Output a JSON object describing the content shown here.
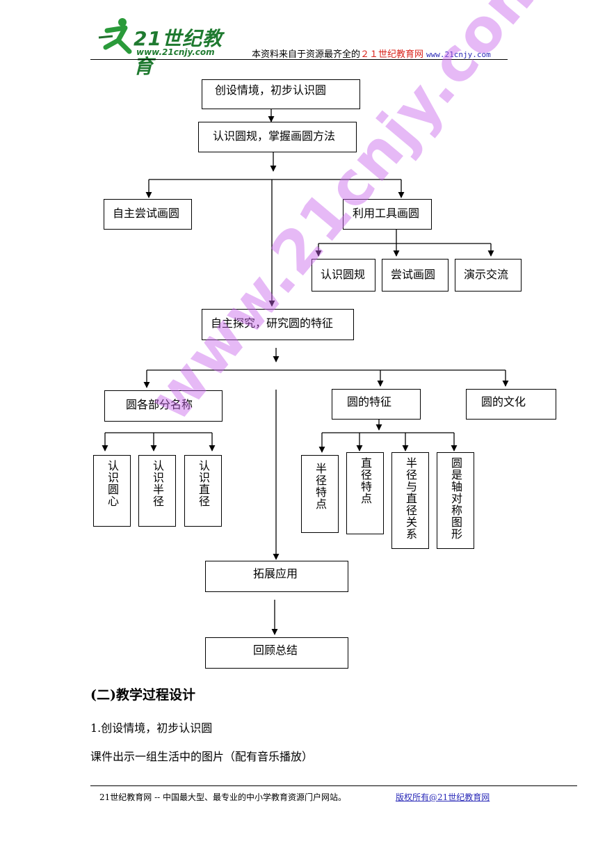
{
  "header": {
    "logo_big": "21世纪教育",
    "logo_url": "www.21cnjy.com",
    "source_prefix": "本资料来自于资源最齐全的",
    "source_brand": "２１世纪教育网",
    "source_url": "www.21cnjy.com"
  },
  "flow": {
    "n1": "创设情境，初步认识圆",
    "n2": "认识圆规，掌握画圆方法",
    "n3": "自主尝试画圆",
    "n4": "利用工具画圆",
    "n5": "认识圆规",
    "n6": "尝试画圆",
    "n7": "演示交流",
    "n8": "自主探究，研究圆的特征",
    "n9": "圆各部分名称",
    "n10": "圆的特征",
    "n11": "圆的文化",
    "v1": "认识圆心",
    "v2": "认识半径",
    "v3": "认识直径",
    "v4": "半径特点",
    "v5": "直径特点",
    "v6": "半径与直径关系",
    "v7": "圆是轴对称图形",
    "n12": "拓展应用",
    "n13": "回顾总结"
  },
  "watermark": "www.21cnjy.com",
  "body": {
    "heading": "(二)教学过程设计",
    "p1": "1.创设情境，初步认识圆",
    "p2": "课件出示一组生活中的图片（配有音乐播放）"
  },
  "footer": {
    "left": "21世纪教育网 -- 中国最大型、最专业的中小学教育资源门户网站。",
    "right": "版权所有@21世纪教育网"
  },
  "colors": {
    "brand_red": "#d9241c",
    "link_blue": "#2a2ab8",
    "logo_green": "#2a9a3a",
    "watermark": "#c864eb"
  }
}
